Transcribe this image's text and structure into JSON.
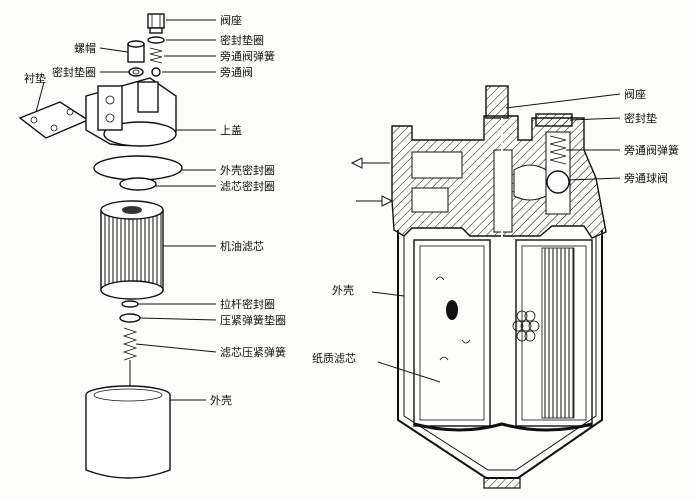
{
  "left_labels": {
    "valve_seat": "阀座",
    "seal_washer_top": "密封垫圈",
    "bypass_spring": "旁通阀弹簧",
    "bypass_valve": "旁通阀",
    "cap_nut": "螺帽",
    "seal_washer_left": "密封垫圈",
    "liner_gasket": "衬垫",
    "top_cover": "上盖",
    "housing_seal": "外壳密封圈",
    "element_seal": "滤芯密封圈",
    "oil_filter_element": "机油滤芯",
    "rod_seal": "拉杆密封圈",
    "spring_washer": "压紧弹簧垫圈",
    "element_spring": "滤芯压紧弹簧",
    "housing": "外壳"
  },
  "right_labels": {
    "valve_seat": "阀座",
    "seal_washer": "密封垫",
    "bypass_spring": "旁通阀弹簧",
    "bypass_ball": "旁通球阀",
    "housing": "外壳",
    "paper_element": "纸质滤芯"
  },
  "colors": {
    "ink": "#111111",
    "paper": "#fdfdfb"
  }
}
